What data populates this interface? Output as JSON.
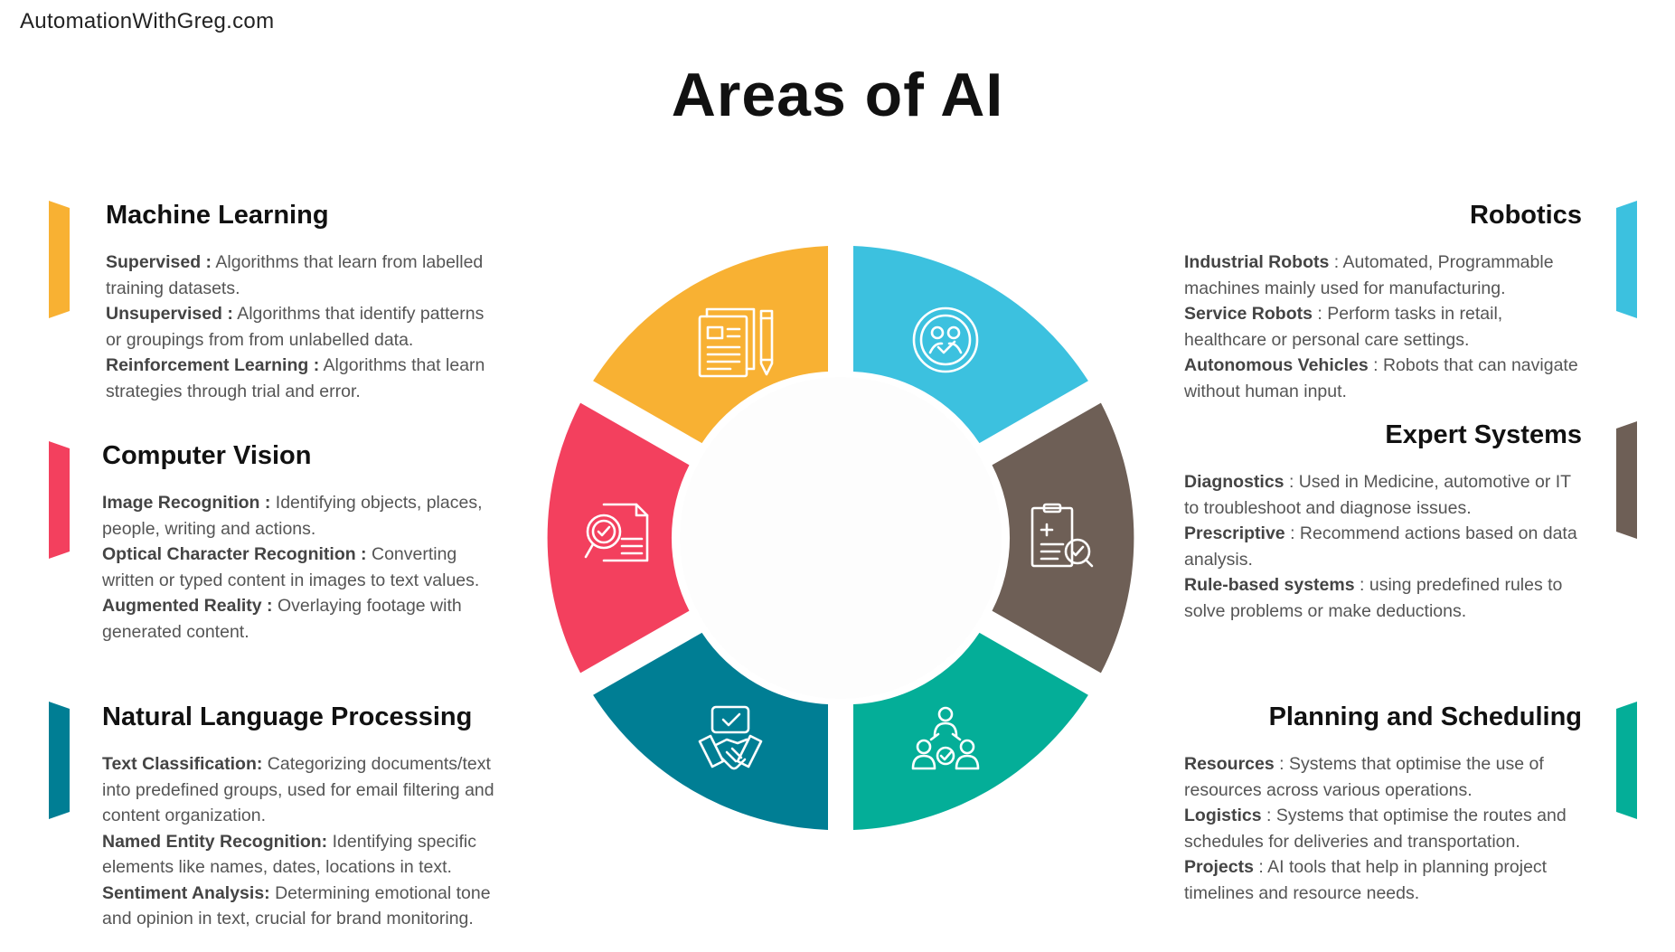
{
  "site": "AutomationWithGreg.com",
  "title": "Areas of AI",
  "colors": {
    "machine_learning": "#F8B133",
    "computer_vision": "#F3405E",
    "nlp": "#007E94",
    "robotics": "#3CC1DF",
    "expert_systems": "#6E5F56",
    "planning": "#04AE98"
  },
  "icons": {
    "machine_learning": "document-pencil-icon",
    "computer_vision": "document-magnifier-icon",
    "nlp": "handshake-check-icon",
    "robotics": "robot-face-check-icon",
    "expert_systems": "clipboard-check-icon",
    "planning": "team-check-icon"
  },
  "sections": {
    "machine_learning": {
      "heading": "Machine Learning",
      "items": [
        {
          "term": "Supervised :",
          "desc": " Algorithms that learn from labelled training datasets."
        },
        {
          "term": "Unsupervised :",
          "desc": " Algorithms that identify patterns or groupings from from unlabelled data."
        },
        {
          "term": "Reinforcement Learning :",
          "desc": " Algorithms that learn strategies through trial and error."
        }
      ]
    },
    "computer_vision": {
      "heading": "Computer Vision",
      "items": [
        {
          "term": "Image Recognition :",
          "desc": " Identifying objects, places, people, writing and actions."
        },
        {
          "term": "Optical Character Recognition :",
          "desc": " Converting written or typed content in images to text values."
        },
        {
          "term": "Augmented Reality :",
          "desc": " Overlaying footage with generated content."
        }
      ]
    },
    "nlp": {
      "heading": "Natural Language Processing",
      "items": [
        {
          "term": "Text Classification:",
          "desc": " Categorizing documents/text into predefined groups, used for email filtering and content organization."
        },
        {
          "term": "Named Entity Recognition:",
          "desc": " Identifying specific elements like names, dates, locations in text."
        },
        {
          "term": "Sentiment Analysis:",
          "desc": " Determining emotional tone and opinion in text, crucial for brand monitoring."
        }
      ]
    },
    "robotics": {
      "heading": "Robotics",
      "items": [
        {
          "term": "Industrial Robots",
          "desc": " : Automated, Programmable machines mainly used for manufacturing."
        },
        {
          "term": "Service Robots",
          "desc": " : Perform tasks in retail, healthcare or personal care settings."
        },
        {
          "term": "Autonomous Vehicles",
          "desc": " : Robots that can navigate without human input."
        }
      ]
    },
    "expert_systems": {
      "heading": "Expert Systems",
      "items": [
        {
          "term": "Diagnostics",
          "desc": " : Used in Medicine, automotive or IT to troubleshoot and diagnose issues."
        },
        {
          "term": "Prescriptive",
          "desc": " : Recommend actions based on data analysis."
        },
        {
          "term": "Rule-based systems",
          "desc": " : using predefined rules to solve problems or make deductions."
        }
      ]
    },
    "planning": {
      "heading": "Planning and Scheduling",
      "items": [
        {
          "term": "Resources",
          "desc": " : Systems that optimise the use of resources across various operations."
        },
        {
          "term": "Logistics",
          "desc": " : Systems that optimise the routes and schedules for deliveries and transportation."
        },
        {
          "term": "Projects",
          "desc": " : AI tools that help in planning project timelines and resource needs."
        }
      ]
    }
  }
}
